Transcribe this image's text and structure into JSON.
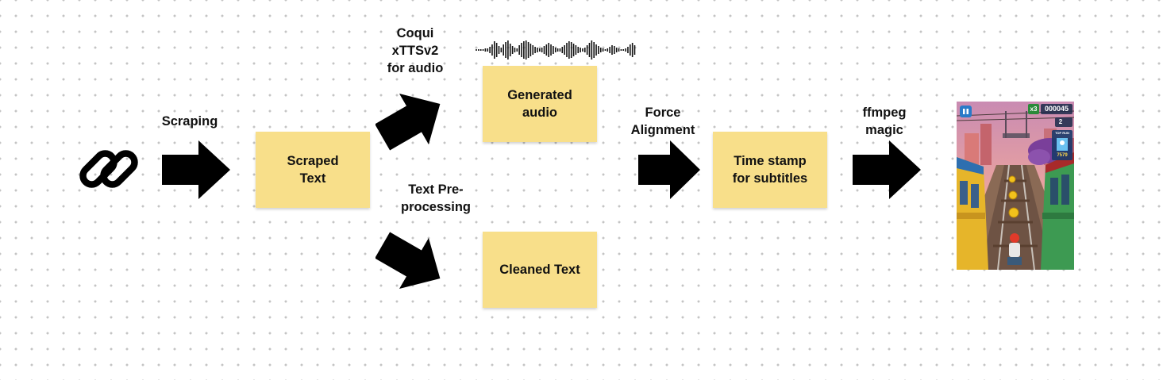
{
  "labels": {
    "scraping": "Scraping",
    "tts": "Coqui\nxTTSv2\nfor audio",
    "preprocessing": "Text Pre-\nprocessing",
    "alignment": "Force\nAlignment",
    "ffmpeg": "ffmpeg\nmagic"
  },
  "notes": {
    "scraped_text": "Scraped\nText",
    "generated_audio": "Generated\naudio",
    "cleaned_text": "Cleaned Text",
    "timestamps": "Time stamp\nfor subtitles"
  },
  "game_hud": {
    "score": "000045",
    "multiplier": "x3",
    "coins": "2",
    "top_run": "TOP RUN",
    "best": "7579"
  },
  "icons": [
    "link-icon",
    "waveform-icon",
    "pause-icon",
    "coin-icon"
  ],
  "colors": {
    "sticky_note": "#f8df8a",
    "arrow": "#000000"
  }
}
